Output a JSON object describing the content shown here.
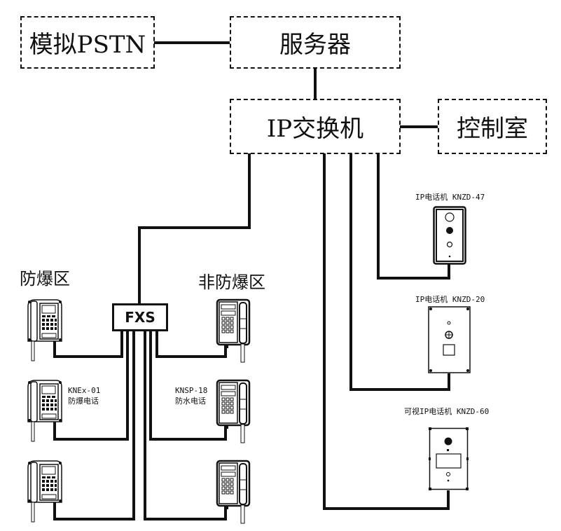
{
  "diagram": {
    "nodes": {
      "pstn": "模拟PSTN",
      "server": "服务器",
      "ip_switch": "IP交换机",
      "control_room": "控制室",
      "fxs": "FXS"
    },
    "zones": {
      "explosion_proof": "防爆区",
      "non_explosion_proof": "非防爆区"
    },
    "devices": {
      "knex01_model": "KNEx-01",
      "knex01_name": "防爆电话",
      "knsp18_model": "KNSP-18",
      "knsp18_name": "防水电话",
      "knzd47": "IP电话机 KNZD-47",
      "knzd20": "IP电话机 KNZD-20",
      "knzd60": "可视IP电话机 KNZD-60"
    },
    "connections": [
      [
        "模拟PSTN",
        "服务器"
      ],
      [
        "服务器",
        "IP交换机"
      ],
      [
        "IP交换机",
        "控制室"
      ],
      [
        "IP交换机",
        "FXS"
      ],
      [
        "FXS",
        "防爆电话 x3"
      ],
      [
        "FXS",
        "防水电话 x3"
      ],
      [
        "IP交换机",
        "IP电话机 KNZD-47"
      ],
      [
        "IP交换机",
        "IP电话机 KNZD-20"
      ],
      [
        "IP交换机",
        "可视IP电话机 KNZD-60"
      ]
    ]
  }
}
